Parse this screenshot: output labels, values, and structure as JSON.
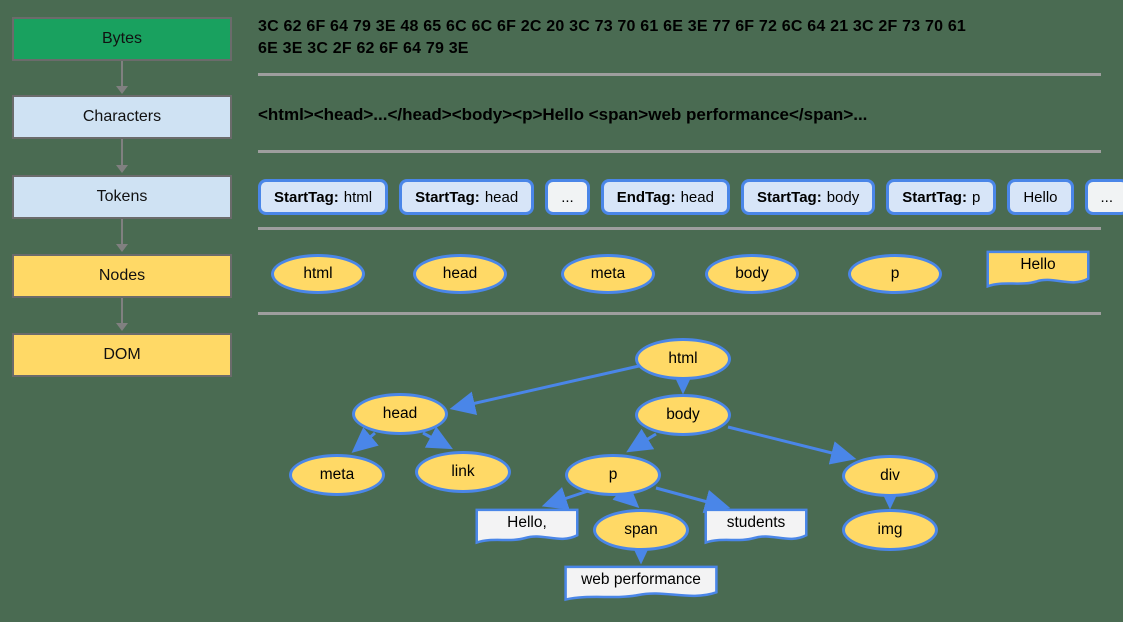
{
  "colors": {
    "background": "#4a6b52",
    "bytes_box_green": "#19a15f",
    "light_blue_box": "#cfe2f3",
    "yellow_box": "#ffd966",
    "blue_border": "#4a86e8",
    "gray_border": "#6b6b6b",
    "separator_gray": "#9e9e9e",
    "text_box_white": "#f3f3f4"
  },
  "pipeline": {
    "stages": [
      {
        "label": "Bytes"
      },
      {
        "label": "Characters"
      },
      {
        "label": "Tokens"
      },
      {
        "label": "Nodes"
      },
      {
        "label": "DOM"
      }
    ]
  },
  "bytes": {
    "line1": "3C 62 6F 64 79 3E 48 65 6C 6C 6F 2C 20 3C 73 70 61 6E 3E 77 6F 72 6C 64 21 3C 2F 73 70 61",
    "line2": "6E 3E 3C 2F 62 6F 64 79 3E"
  },
  "characters": {
    "text": "<html><head>...</head><body><p>Hello <span>web performance</span>..."
  },
  "tokens": [
    {
      "prefix": "StartTag:",
      "value": "html",
      "variant": "tag"
    },
    {
      "prefix": "StartTag:",
      "value": "head",
      "variant": "tag"
    },
    {
      "prefix": "",
      "value": "...",
      "variant": "ellipsis"
    },
    {
      "prefix": "EndTag:",
      "value": "head",
      "variant": "tag"
    },
    {
      "prefix": "StartTag:",
      "value": "body",
      "variant": "tag"
    },
    {
      "prefix": "StartTag:",
      "value": "p",
      "variant": "tag"
    },
    {
      "prefix": "",
      "value": "Hello",
      "variant": "text"
    },
    {
      "prefix": "",
      "value": "...",
      "variant": "ellipsis"
    }
  ],
  "nodes_row": [
    {
      "label": "html",
      "shape": "ellipse"
    },
    {
      "label": "head",
      "shape": "ellipse"
    },
    {
      "label": "meta",
      "shape": "ellipse"
    },
    {
      "label": "body",
      "shape": "ellipse"
    },
    {
      "label": "p",
      "shape": "ellipse"
    },
    {
      "label": "Hello",
      "shape": "textbox"
    }
  ],
  "dom_tree": {
    "html": "html",
    "head": "head",
    "body": "body",
    "meta": "meta",
    "link": "link",
    "p": "p",
    "div": "div",
    "span": "span",
    "img": "img",
    "text_hello": "Hello,",
    "text_students": "students",
    "text_webperf": "web performance"
  }
}
